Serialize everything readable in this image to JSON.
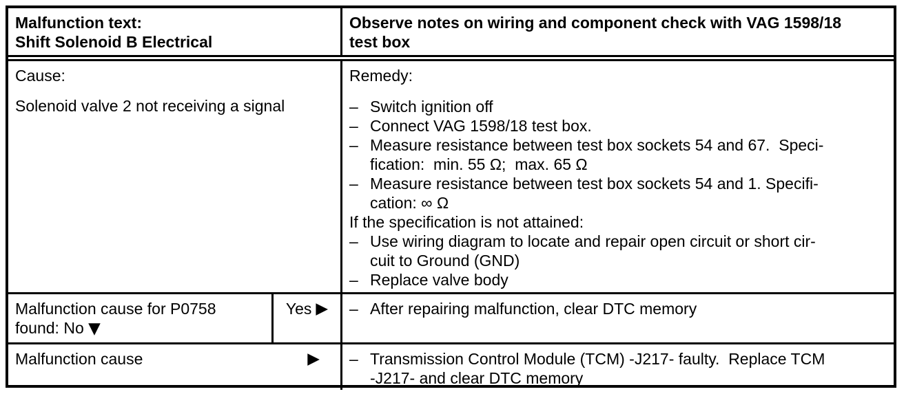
{
  "glyphs": {
    "dash": "–",
    "arrow_right": "▶",
    "arrow_down": "▼"
  },
  "header": {
    "malfunction_label": "Malfunction text:",
    "malfunction_value": "Shift Solenoid B Electrical",
    "note_line1": "Observe notes on wiring and component check with VAG 1598/18",
    "note_line2": "test box"
  },
  "diagnosis": {
    "cause_label": "Cause:",
    "cause_text": "Solenoid valve 2 not receiving a signal",
    "remedy_label": "Remedy:",
    "steps": [
      {
        "bullet": true,
        "lines": [
          "Switch ignition off"
        ]
      },
      {
        "bullet": true,
        "lines": [
          "Connect VAG 1598/18 test box."
        ]
      },
      {
        "bullet": true,
        "lines": [
          "Measure resistance between test box sockets 54 and 67.  Speci-",
          "fication:  min. 55 Ω;  max. 65 Ω"
        ]
      },
      {
        "bullet": true,
        "lines": [
          "Measure resistance between test box sockets 54 and 1. Specifi-",
          "cation: ∞ Ω"
        ]
      },
      {
        "bullet": false,
        "lines": [
          "If the specification is not attained:"
        ]
      },
      {
        "bullet": true,
        "lines": [
          "Use wiring diagram to locate and repair open circuit or short cir-",
          "cuit to Ground (GND)"
        ]
      },
      {
        "bullet": true,
        "lines": [
          "Replace valve body"
        ]
      }
    ]
  },
  "decision": {
    "question_line1": "Malfunction cause for P0758",
    "question_line2": "found: No",
    "yes_label": "Yes",
    "action_lines": [
      "After repairing malfunction, clear DTC memory"
    ]
  },
  "fallback": {
    "label": "Malfunction cause",
    "action_lines": [
      "Transmission Control Module (TCM) -J217- faulty.  Replace TCM",
      "-J217- and clear DTC memory"
    ]
  }
}
